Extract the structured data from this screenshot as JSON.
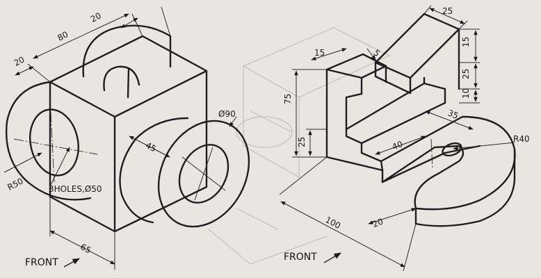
{
  "figure_left": {
    "dims": {
      "d20_top": "20",
      "d80": "80",
      "d20_left": "20",
      "d45": "45",
      "d90": "Ø90",
      "r50": "R50",
      "holes": "3HOLES,Ø50",
      "d65": "65"
    },
    "front_label": "FRONT"
  },
  "figure_right": {
    "dims": {
      "d25_top": "25",
      "d15_left": "15",
      "d5": "5",
      "d15_right": "15",
      "d75": "75",
      "d25_right": "25",
      "d10": "10",
      "d35": "35",
      "d40": "40",
      "d25_left": "25",
      "r40": "R40",
      "d20": "20",
      "d100": "100"
    },
    "front_label": "FRONT"
  },
  "colors": {
    "paper": "#e9e6e1",
    "ink": "#1e1e1e",
    "ghost": "#c9c4bc"
  }
}
